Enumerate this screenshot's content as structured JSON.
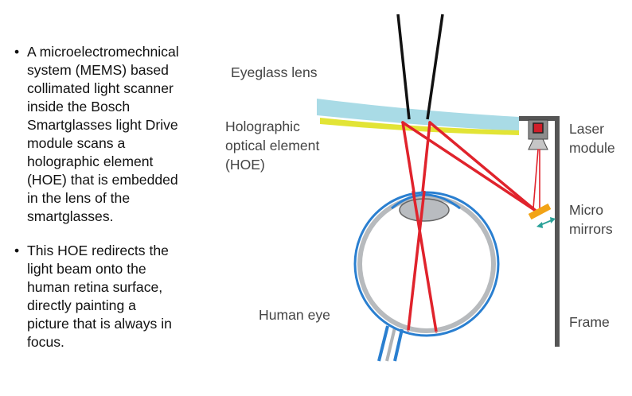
{
  "bullets": [
    {
      "marker": "•",
      "lines": [
        "A microelectromechnical",
        "system (MEMS) based",
        "collimated light scanner",
        "inside the Bosch",
        "Smartglasses light Drive",
        "module scans a",
        "holographic element",
        "(HOE) that is embedded",
        "in the lens of the",
        "smartglasses."
      ]
    },
    {
      "marker": "•",
      "lines": [
        "This HOE redirects the",
        "light beam onto the",
        "human retina surface,",
        "directly painting a",
        "picture that is always in",
        "focus."
      ]
    }
  ],
  "labels": {
    "eyeglass_lens": "Eyeglass lens",
    "hoe": [
      "Holographic",
      "optical element",
      "(HOE)"
    ],
    "laser": [
      "Laser",
      "module"
    ],
    "micro": [
      "Micro",
      "mirrors"
    ],
    "human_eye": "Human eye",
    "frame": "Frame"
  },
  "colors": {
    "lens": "#a9dbe6",
    "hoe_film": "#e2e436",
    "beam": "#e0232c",
    "eye_outline": "#2a7fd0",
    "frame": "#555555",
    "mirror": "#f2a316",
    "arrow": "#2aa198",
    "crystalline_lens": "#b9bcc0"
  }
}
